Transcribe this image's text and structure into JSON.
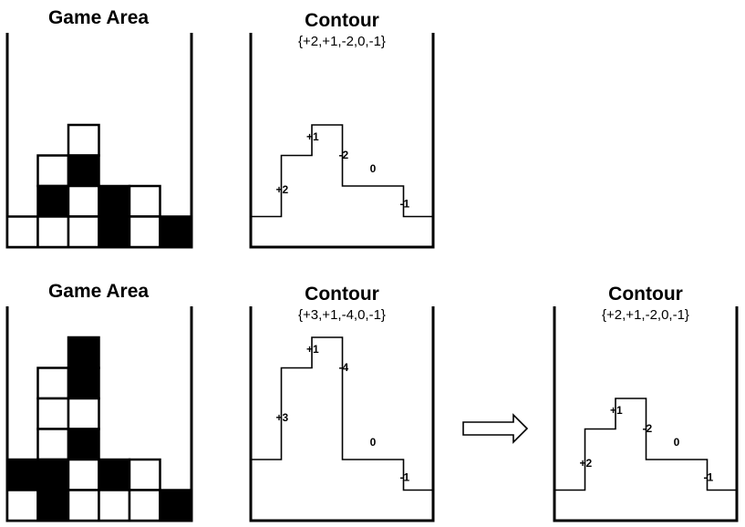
{
  "colors": {
    "filled": "#000000",
    "empty": "#ffffff",
    "line": "#000000"
  },
  "panels": [
    {
      "kind": "game",
      "title": "Game Area",
      "grid": [
        [
          null,
          null,
          "w",
          null,
          null,
          null
        ],
        [
          null,
          "w",
          "b",
          null,
          null,
          null
        ],
        [
          null,
          "b",
          "w",
          "b",
          "w",
          null
        ],
        [
          "w",
          "w",
          "w",
          "b",
          "w",
          "b"
        ]
      ]
    },
    {
      "kind": "contour",
      "title": "Contour",
      "sequence": "{+2,+1,-2,0,-1}",
      "heights": [
        1,
        3,
        4,
        2,
        2,
        1
      ],
      "steps": [
        "+2",
        "+1",
        "-2",
        "0",
        "-1"
      ]
    },
    {
      "kind": "game",
      "title": "Game Area",
      "grid": [
        [
          null,
          null,
          "b",
          null,
          null,
          null
        ],
        [
          null,
          "w",
          "b",
          null,
          null,
          null
        ],
        [
          null,
          "w",
          "w",
          null,
          null,
          null
        ],
        [
          null,
          "w",
          "b",
          null,
          null,
          null
        ],
        [
          "b",
          "b",
          "w",
          "b",
          "w",
          null
        ],
        [
          "w",
          "b",
          "w",
          "w",
          "w",
          "b"
        ]
      ]
    },
    {
      "kind": "contour",
      "title": "Contour",
      "sequence": "{+3,+1,-4,0,-1}",
      "heights": [
        2,
        5,
        6,
        2,
        2,
        1
      ],
      "steps": [
        "+3",
        "+1",
        "-4",
        "0",
        "-1"
      ]
    },
    {
      "kind": "contour",
      "title": "Contour",
      "sequence": "{+2,+1,-2,0,-1}",
      "heights": [
        1,
        3,
        4,
        2,
        2,
        1
      ],
      "steps": [
        "+2",
        "+1",
        "-2",
        "0",
        "-1"
      ]
    }
  ],
  "arrow": {
    "icon": "right-arrow-icon"
  }
}
